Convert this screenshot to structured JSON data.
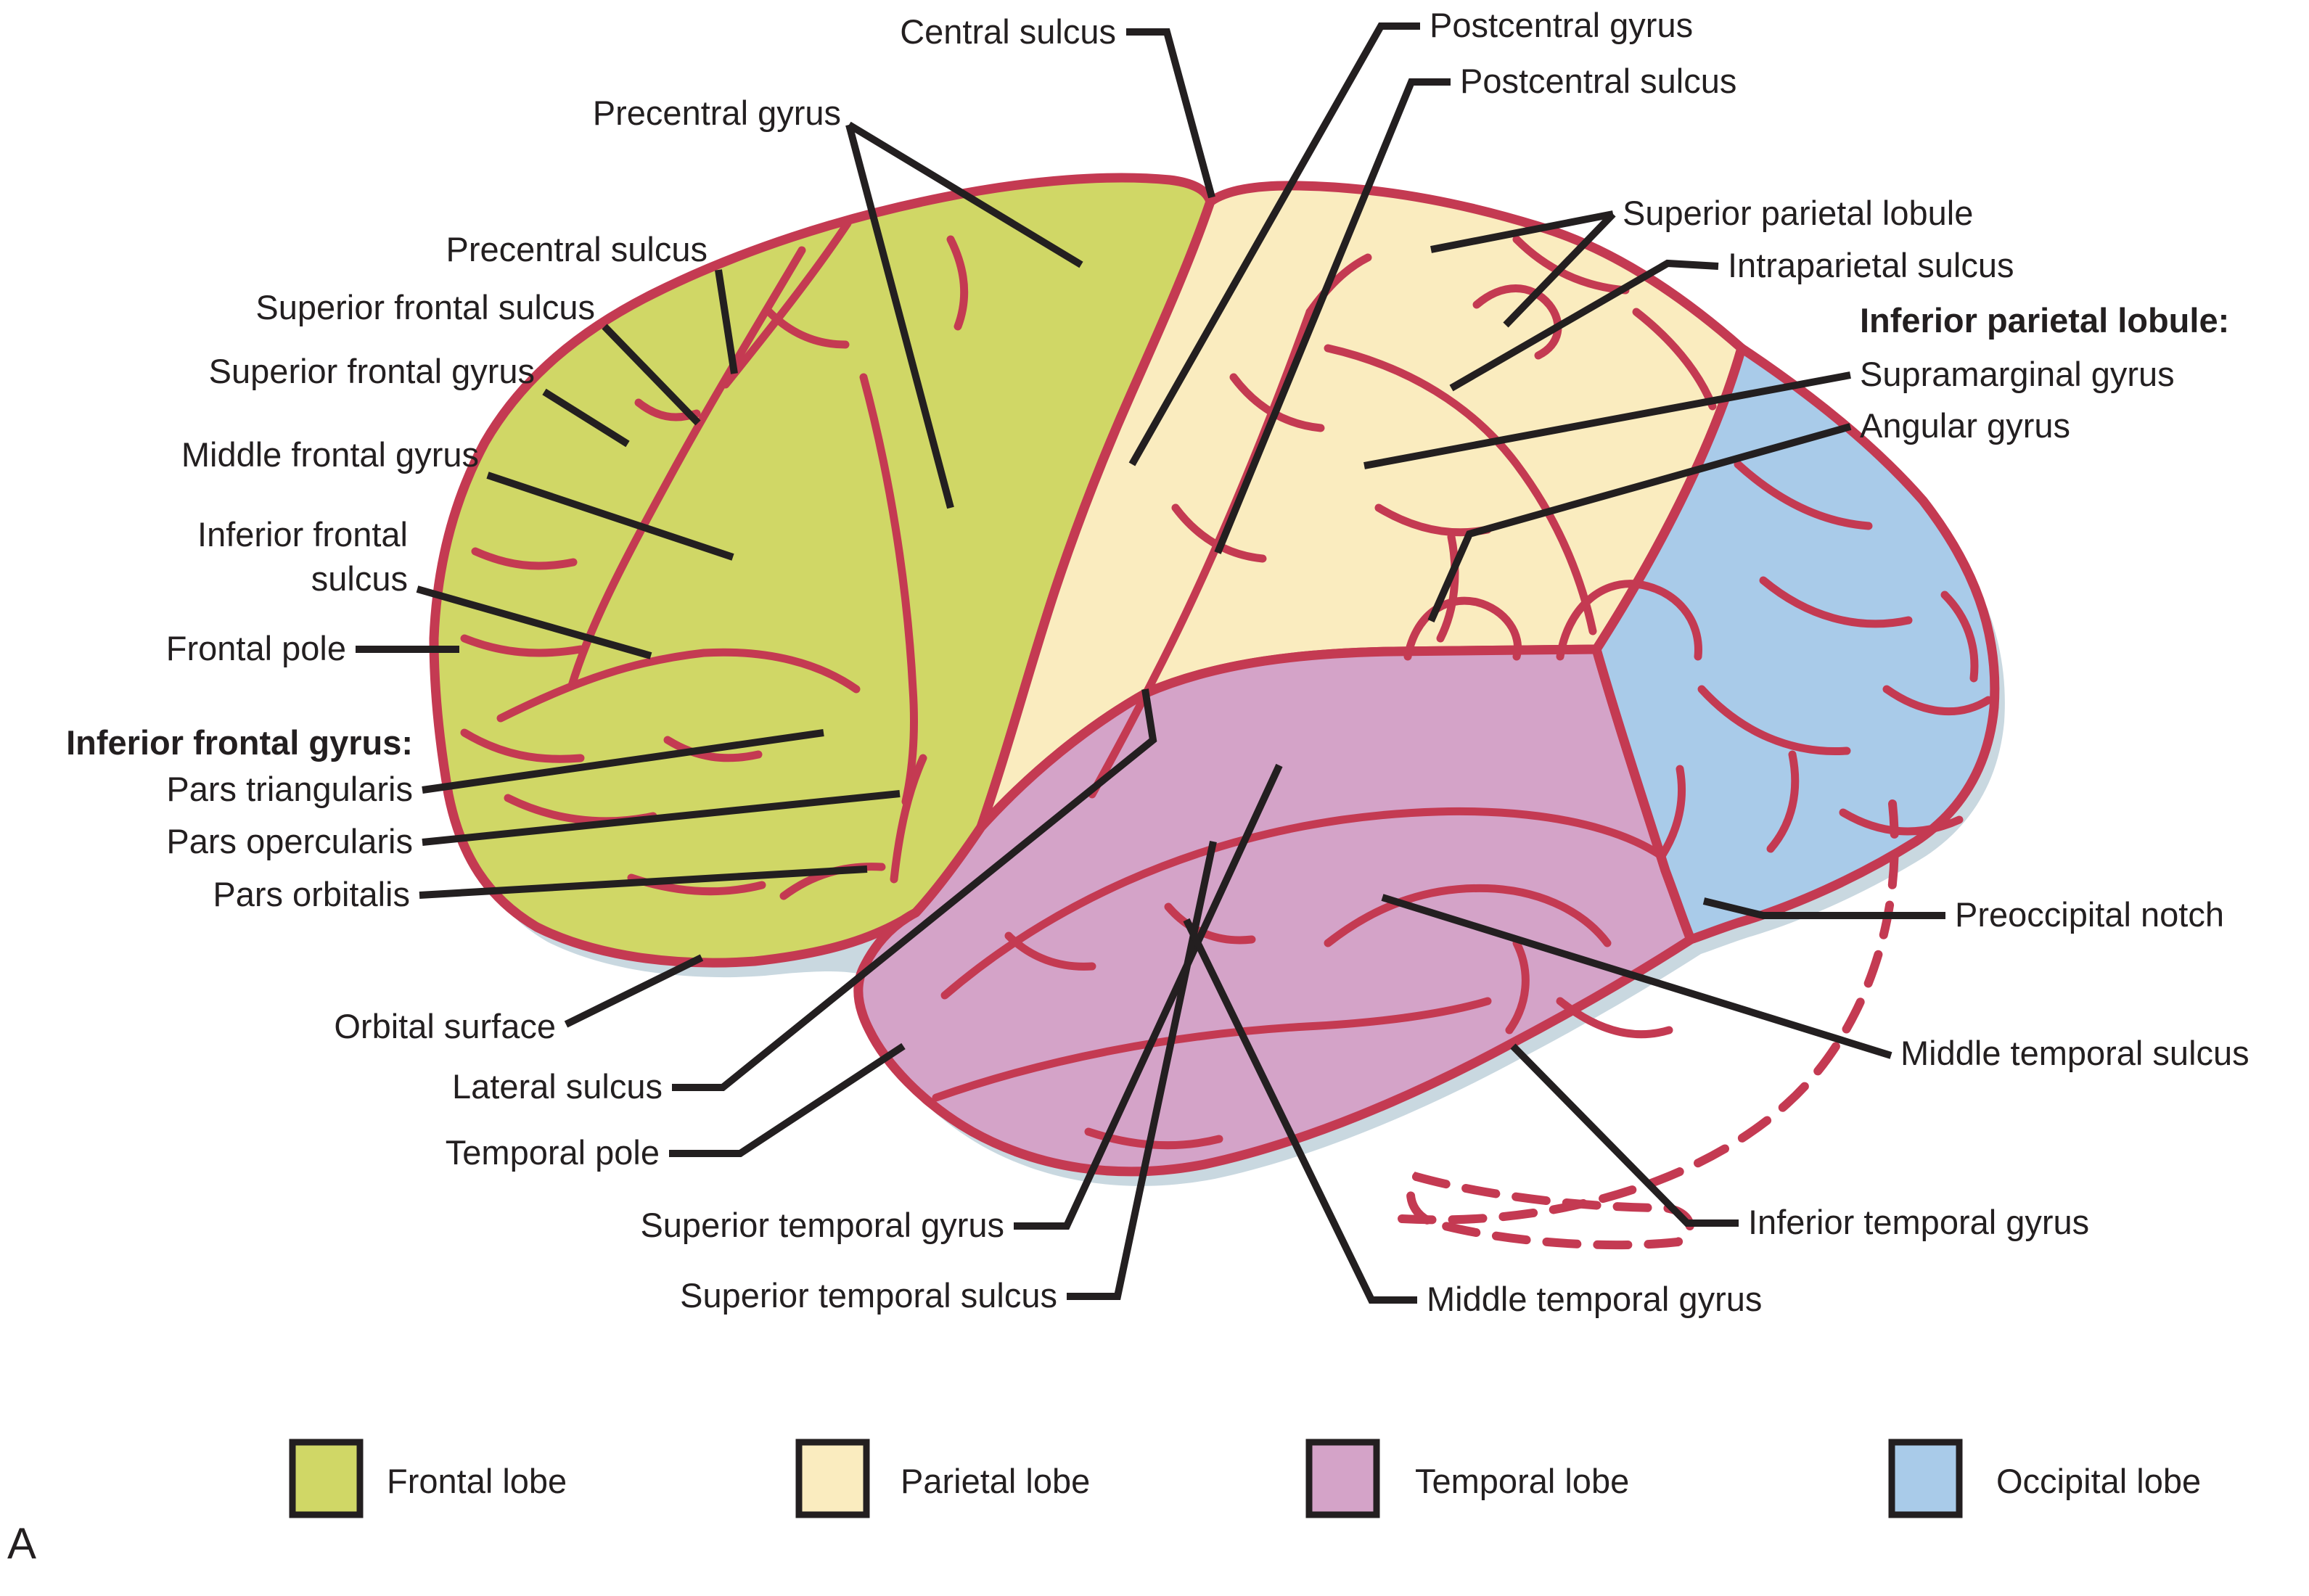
{
  "colors": {
    "frontal": "#d0d766",
    "parietal": "#faecbf",
    "temporal": "#d4a3c8",
    "occipital": "#a9cbe9",
    "outline": "#c43a52",
    "leader": "#231f20",
    "shadow": "#c9d8e0",
    "text": "#231f20"
  },
  "labels": {
    "central_sulcus": "Central sulcus",
    "precentral_gyrus": "Precentral gyrus",
    "precentral_sulcus": "Precentral sulcus",
    "superior_frontal_sulcus": "Superior frontal sulcus",
    "superior_frontal_gyrus": "Superior frontal gyrus",
    "middle_frontal_gyrus": "Middle frontal gyrus",
    "inferior_frontal_line1": "Inferior frontal",
    "inferior_frontal_line2": "sulcus",
    "frontal_pole": "Frontal pole",
    "inferior_frontal_gyrus_heading": "Inferior frontal gyrus:",
    "pars_triangularis": "Pars triangularis",
    "pars_opercularis": "Pars opercularis",
    "pars_orbitalis": "Pars orbitalis",
    "orbital_surface": "Orbital surface",
    "lateral_sulcus": "Lateral sulcus",
    "temporal_pole": "Temporal pole",
    "superior_temporal_gyrus": "Superior temporal gyrus",
    "superior_temporal_sulcus": "Superior temporal sulcus",
    "postcentral_gyrus": "Postcentral gyrus",
    "postcentral_sulcus": "Postcentral sulcus",
    "superior_parietal_lobule": "Superior parietal lobule",
    "intraparietal_sulcus": "Intraparietal sulcus",
    "inferior_parietal_lobule_heading": "Inferior parietal lobule:",
    "supramarginal_gyrus": "Supramarginal gyrus",
    "angular_gyrus": "Angular gyrus",
    "preoccipital_notch": "Preoccipital notch",
    "middle_temporal_sulcus": "Middle temporal sulcus",
    "inferior_temporal_gyrus": "Inferior temporal gyrus",
    "middle_temporal_gyrus": "Middle temporal gyrus"
  },
  "legend": {
    "frontal": "Frontal lobe",
    "parietal": "Parietal lobe",
    "temporal": "Temporal lobe",
    "occipital": "Occipital lobe"
  },
  "figure_letter": "A"
}
